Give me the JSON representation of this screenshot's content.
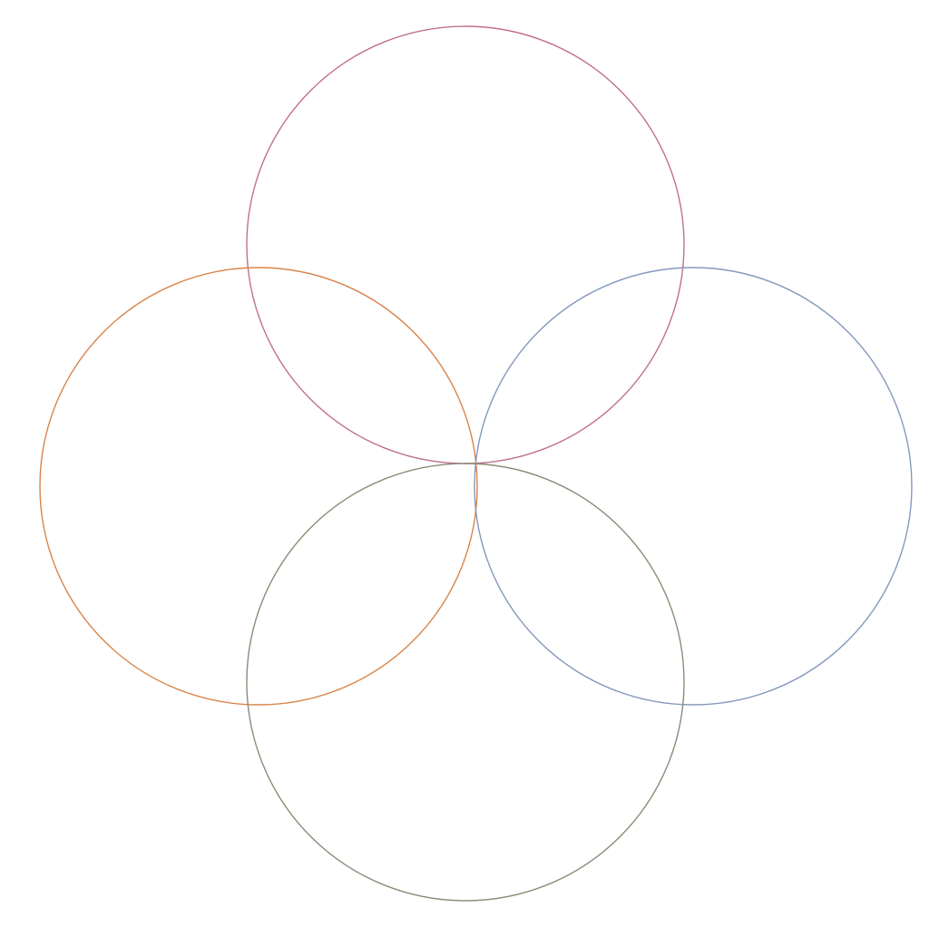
{
  "diagram": {
    "type": "four-circle-venn-outline",
    "circles": [
      {
        "id": "top",
        "color": "#c0708f"
      },
      {
        "id": "left",
        "color": "#d9844a"
      },
      {
        "id": "right",
        "color": "#8598bd"
      },
      {
        "id": "bottom",
        "color": "#8c8c78"
      }
    ]
  }
}
